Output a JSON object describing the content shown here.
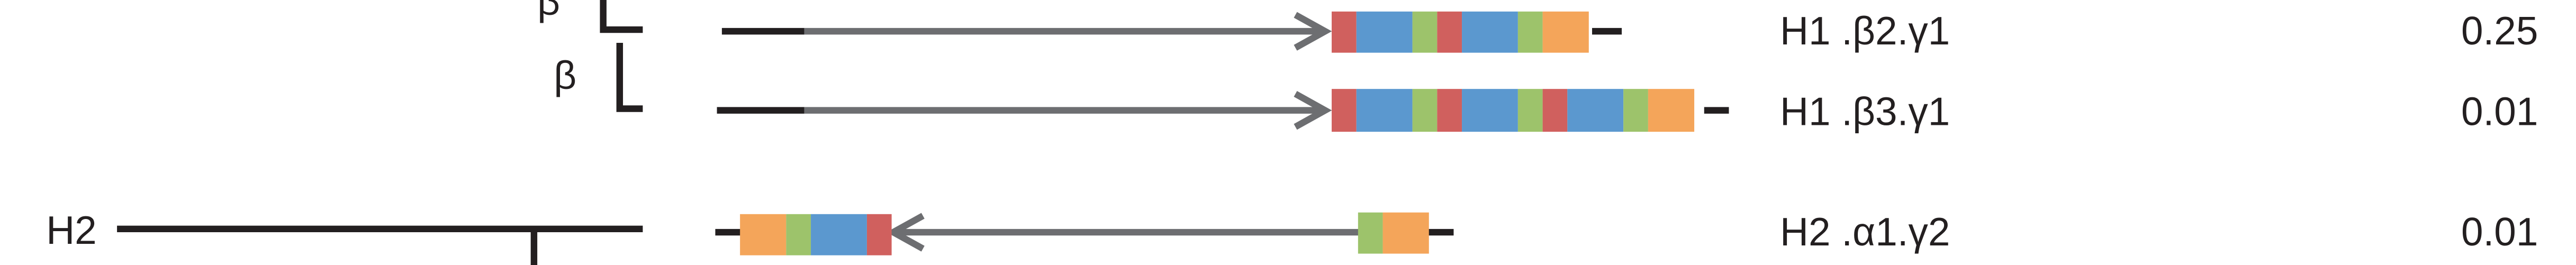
{
  "colors": {
    "line": "#231f20",
    "arrow": "#6d6e71",
    "red": "#d0605e",
    "blue": "#5b98cf",
    "green": "#9dc36b",
    "orange": "#f4a55a"
  },
  "tree": {
    "top_beta_label": "β",
    "beta_label": "β",
    "h2_label": "H2"
  },
  "rows": [
    {
      "name": "H1 .β2.γ1",
      "value": "0.25",
      "arrow_direction": "right",
      "segments": [
        "red",
        "blue",
        "green",
        "red",
        "blue",
        "green",
        "orange"
      ]
    },
    {
      "name": "H1 .β3.γ1",
      "value": "0.01",
      "arrow_direction": "right",
      "segments": [
        "red",
        "blue",
        "green",
        "red",
        "blue",
        "green",
        "red",
        "blue",
        "green",
        "orange"
      ]
    },
    {
      "name": "H2 .α1.γ2",
      "value": "0.01",
      "arrow_direction": "left",
      "segments_left": [
        "orange",
        "green",
        "blue",
        "red"
      ],
      "segments_right": [
        "green",
        "orange"
      ]
    }
  ]
}
